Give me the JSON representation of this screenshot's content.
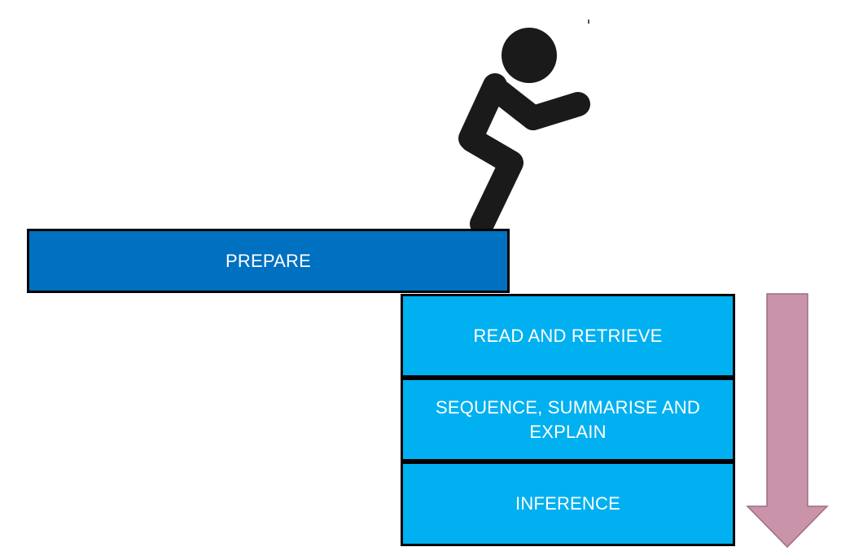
{
  "steps": {
    "prepare": "PREPARE",
    "read_and_retrieve": "READ AND RETRIEVE",
    "sequence_summarise_explain": "SEQUENCE, SUMMARISE AND EXPLAIN",
    "inference": "INFERENCE"
  },
  "colors": {
    "prepare_fill": "#0070c0",
    "step_fill": "#00b0f0",
    "step_border": "#000000",
    "step_text": "#ffffff",
    "figure": "#1a1a1a",
    "arrow_fill": "#c994a9",
    "arrow_stroke": "#a06d83"
  },
  "icons": {
    "figure": "stick-figure-jumping-icon",
    "arrow": "down-arrow-icon"
  }
}
